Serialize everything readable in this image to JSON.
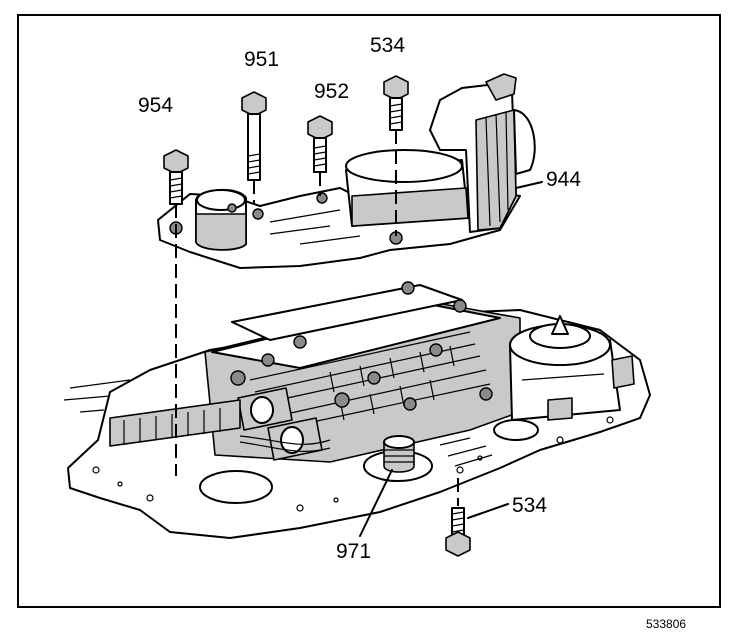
{
  "callouts": {
    "c954": "954",
    "c951": "951",
    "c952": "952",
    "c534_top": "534",
    "c944": "944",
    "c534_bottom": "534",
    "c971": "971"
  },
  "figure_number": "533806",
  "colors": {
    "line": "#000000",
    "shade": "#c9c9c9",
    "dark": "#8a8a8a",
    "paper": "#ffffff"
  }
}
